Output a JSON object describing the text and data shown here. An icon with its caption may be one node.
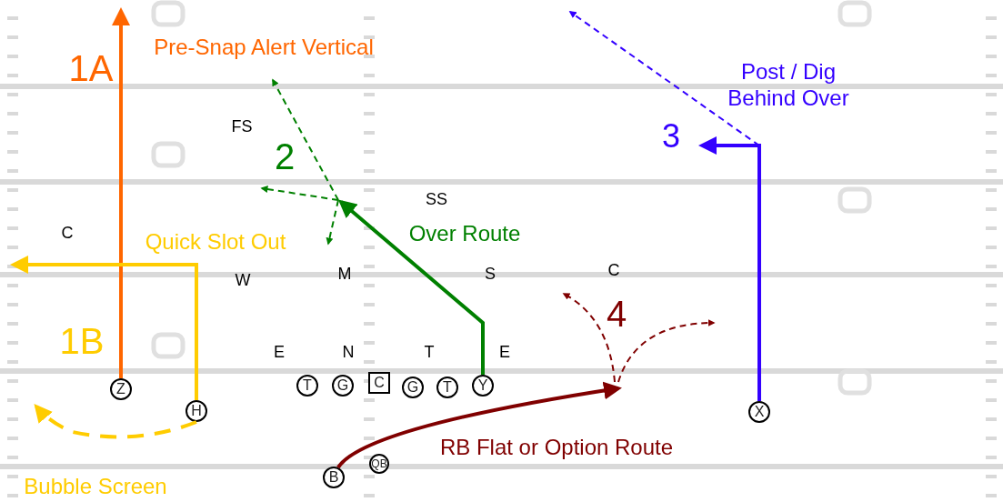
{
  "diagram": {
    "nodes": [
      {
        "text": [
          "Z"
        ]
      },
      {
        "text": [
          "T"
        ]
      },
      {
        "text": [
          "G"
        ]
      },
      {
        "text": [
          "C"
        ]
      },
      {
        "text": [
          "G"
        ]
      },
      {
        "text": [
          "T"
        ]
      },
      {
        "text": [
          "Y"
        ]
      },
      {
        "text": [
          "H"
        ]
      },
      {
        "text": [
          "X"
        ]
      },
      {
        "text": [
          "QB"
        ]
      },
      {
        "text": [
          "B"
        ]
      }
    ],
    "edges": [
      {
        "from": 0,
        "to": null,
        "arrow": "to",
        "color": "#ff6600"
      },
      {
        "from": 7,
        "to": null,
        "arrow": "to",
        "color": "#ffcc00"
      },
      {
        "from": 7,
        "to": null,
        "arrow": "to",
        "style": "dashed",
        "color": "#ffcc00"
      },
      {
        "from": 6,
        "to": null,
        "arrow": "to",
        "color": "#008000"
      },
      {
        "from": 8,
        "to": null,
        "arrow": "to",
        "color": "#3300ff"
      },
      {
        "from": 10,
        "to": null,
        "arrow": "to",
        "color": "#800000"
      }
    ],
    "labels": [
      "1A",
      "Pre-Snap Alert Vertical",
      "Post / Dig Behind Over",
      "3",
      "FS",
      "2",
      "SS",
      "C",
      "Quick Slot Out",
      "Over Route",
      "W",
      "M",
      "S",
      "C",
      "4",
      "1B",
      "E",
      "N",
      "T",
      "E",
      "RB Flat or Option Route",
      "Bubble Screen"
    ]
  }
}
